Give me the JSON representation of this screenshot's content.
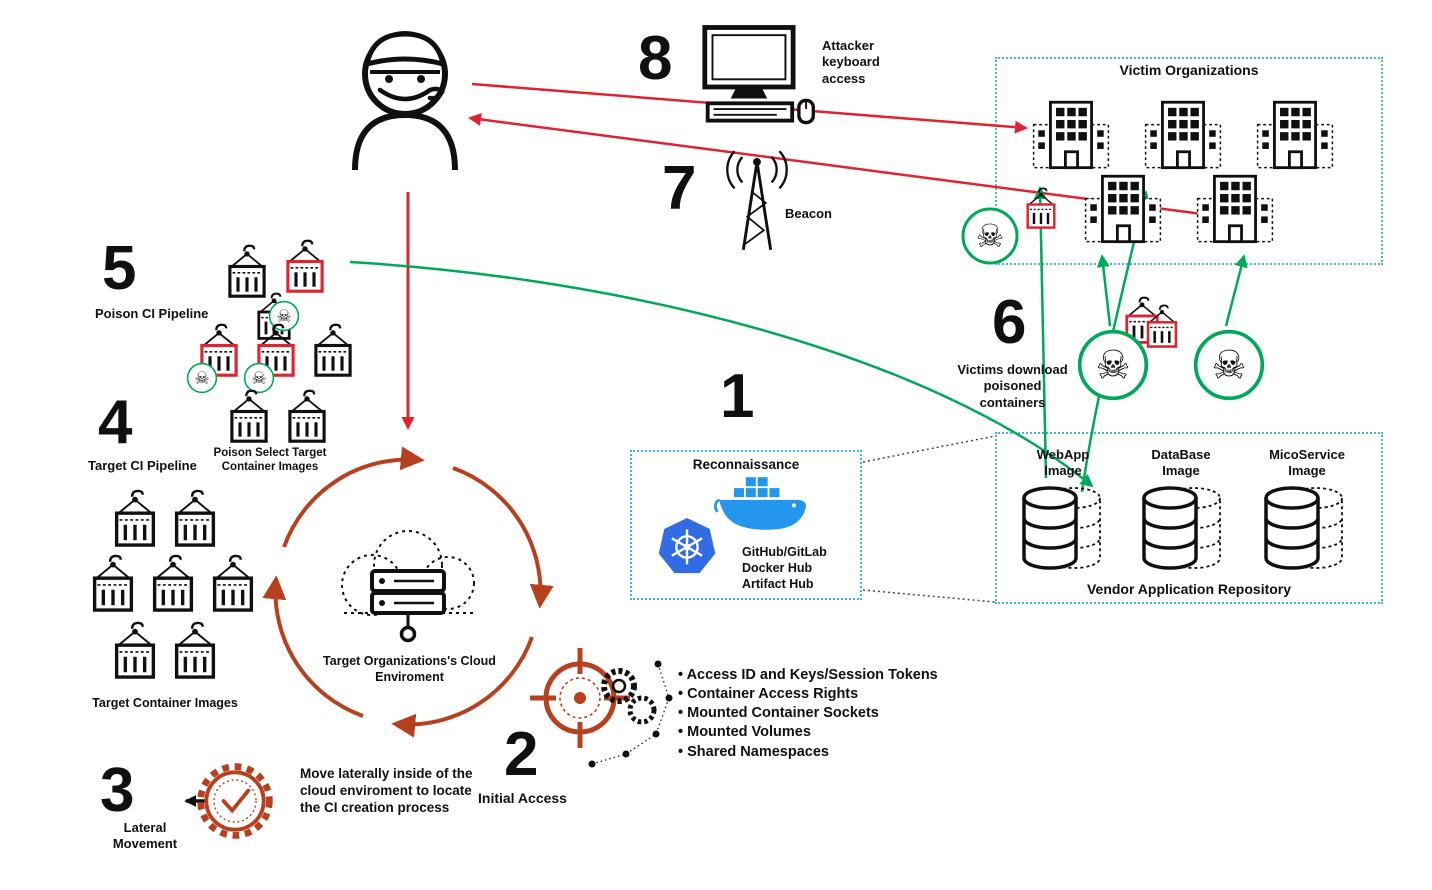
{
  "steps": {
    "s1": {
      "num": "1"
    },
    "s2": {
      "num": "2",
      "label": "Initial Access"
    },
    "s3": {
      "num": "3",
      "label": "Lateral Movement"
    },
    "s4": {
      "num": "4",
      "label": "Target CI Pipeline"
    },
    "s5": {
      "num": "5",
      "label": "Poison CI Pipeline"
    },
    "s6": {
      "num": "6",
      "label": "Victims download poisoned containers"
    },
    "s7": {
      "num": "7",
      "label": "Beacon"
    },
    "s8": {
      "num": "8",
      "label": "Attacker keyboard access"
    }
  },
  "victim_box": {
    "title": "Victim Organizations"
  },
  "vendor_box": {
    "title": "Vendor Application Repository",
    "images": [
      {
        "label": "WebApp Image"
      },
      {
        "label": "DataBase Image"
      },
      {
        "label": "MicoService Image"
      }
    ]
  },
  "recon_box": {
    "title": "Reconnaissance",
    "hub_lines": [
      "GitHub/GitLab",
      "Docker Hub",
      "Artifact Hub"
    ]
  },
  "notes": {
    "poison_select": "Poison Select Target Container Images",
    "target_images": "Target Container Images",
    "cloud": "Target Organizations's Cloud Enviroment",
    "lateral": "Move laterally inside of the cloud enviroment to locate the CI creation process"
  },
  "bullets": [
    "Access ID and Keys/Session Tokens",
    "Container Access Rights",
    "Mounted Container Sockets",
    "Mounted Volumes",
    "Shared Namespaces"
  ],
  "colors": {
    "box_border": "#45B6E4",
    "arrow_red": "#E02330",
    "arrow_green": "#00A85A",
    "cycle_rust": "#B7401F",
    "k8s_blue": "#326CE5",
    "docker_blue": "#2496ED",
    "poison_red": "#E02330",
    "ink": "#101010"
  }
}
